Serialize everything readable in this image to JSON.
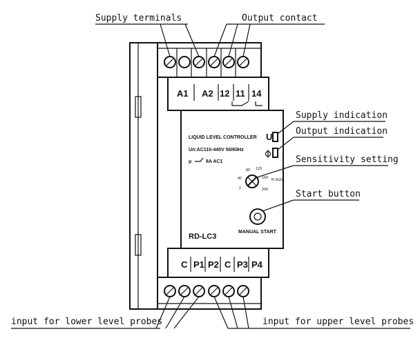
{
  "callouts": {
    "supply_terminals": "Supply terminals",
    "output_contact": "Output contact",
    "supply_indication": "Supply indication",
    "output_indication": "Output indication",
    "sensitivity_setting": "Sensitivity setting",
    "start_button": "Start button",
    "lower_probes": "input for lower level probes",
    "upper_probes": "input for upper level probes"
  },
  "top_terminals": [
    "A1",
    "A2",
    "12",
    "11",
    "14"
  ],
  "bottom_terminals": [
    "C",
    "P1",
    "P2",
    "C",
    "P3",
    "P4"
  ],
  "faceplate": {
    "title": "LIQUID LEVEL CONTROLLER",
    "rating": "Un:AC110-440V 50/60Hz",
    "contact_rating": "8A AC1",
    "u_symbol": "U",
    "model": "RD-LC3",
    "start_label": "MANUAL START"
  },
  "dial": {
    "scale": [
      "1",
      "40",
      "80",
      "120",
      "160",
      "200"
    ],
    "unit": "R (kΩ)"
  }
}
